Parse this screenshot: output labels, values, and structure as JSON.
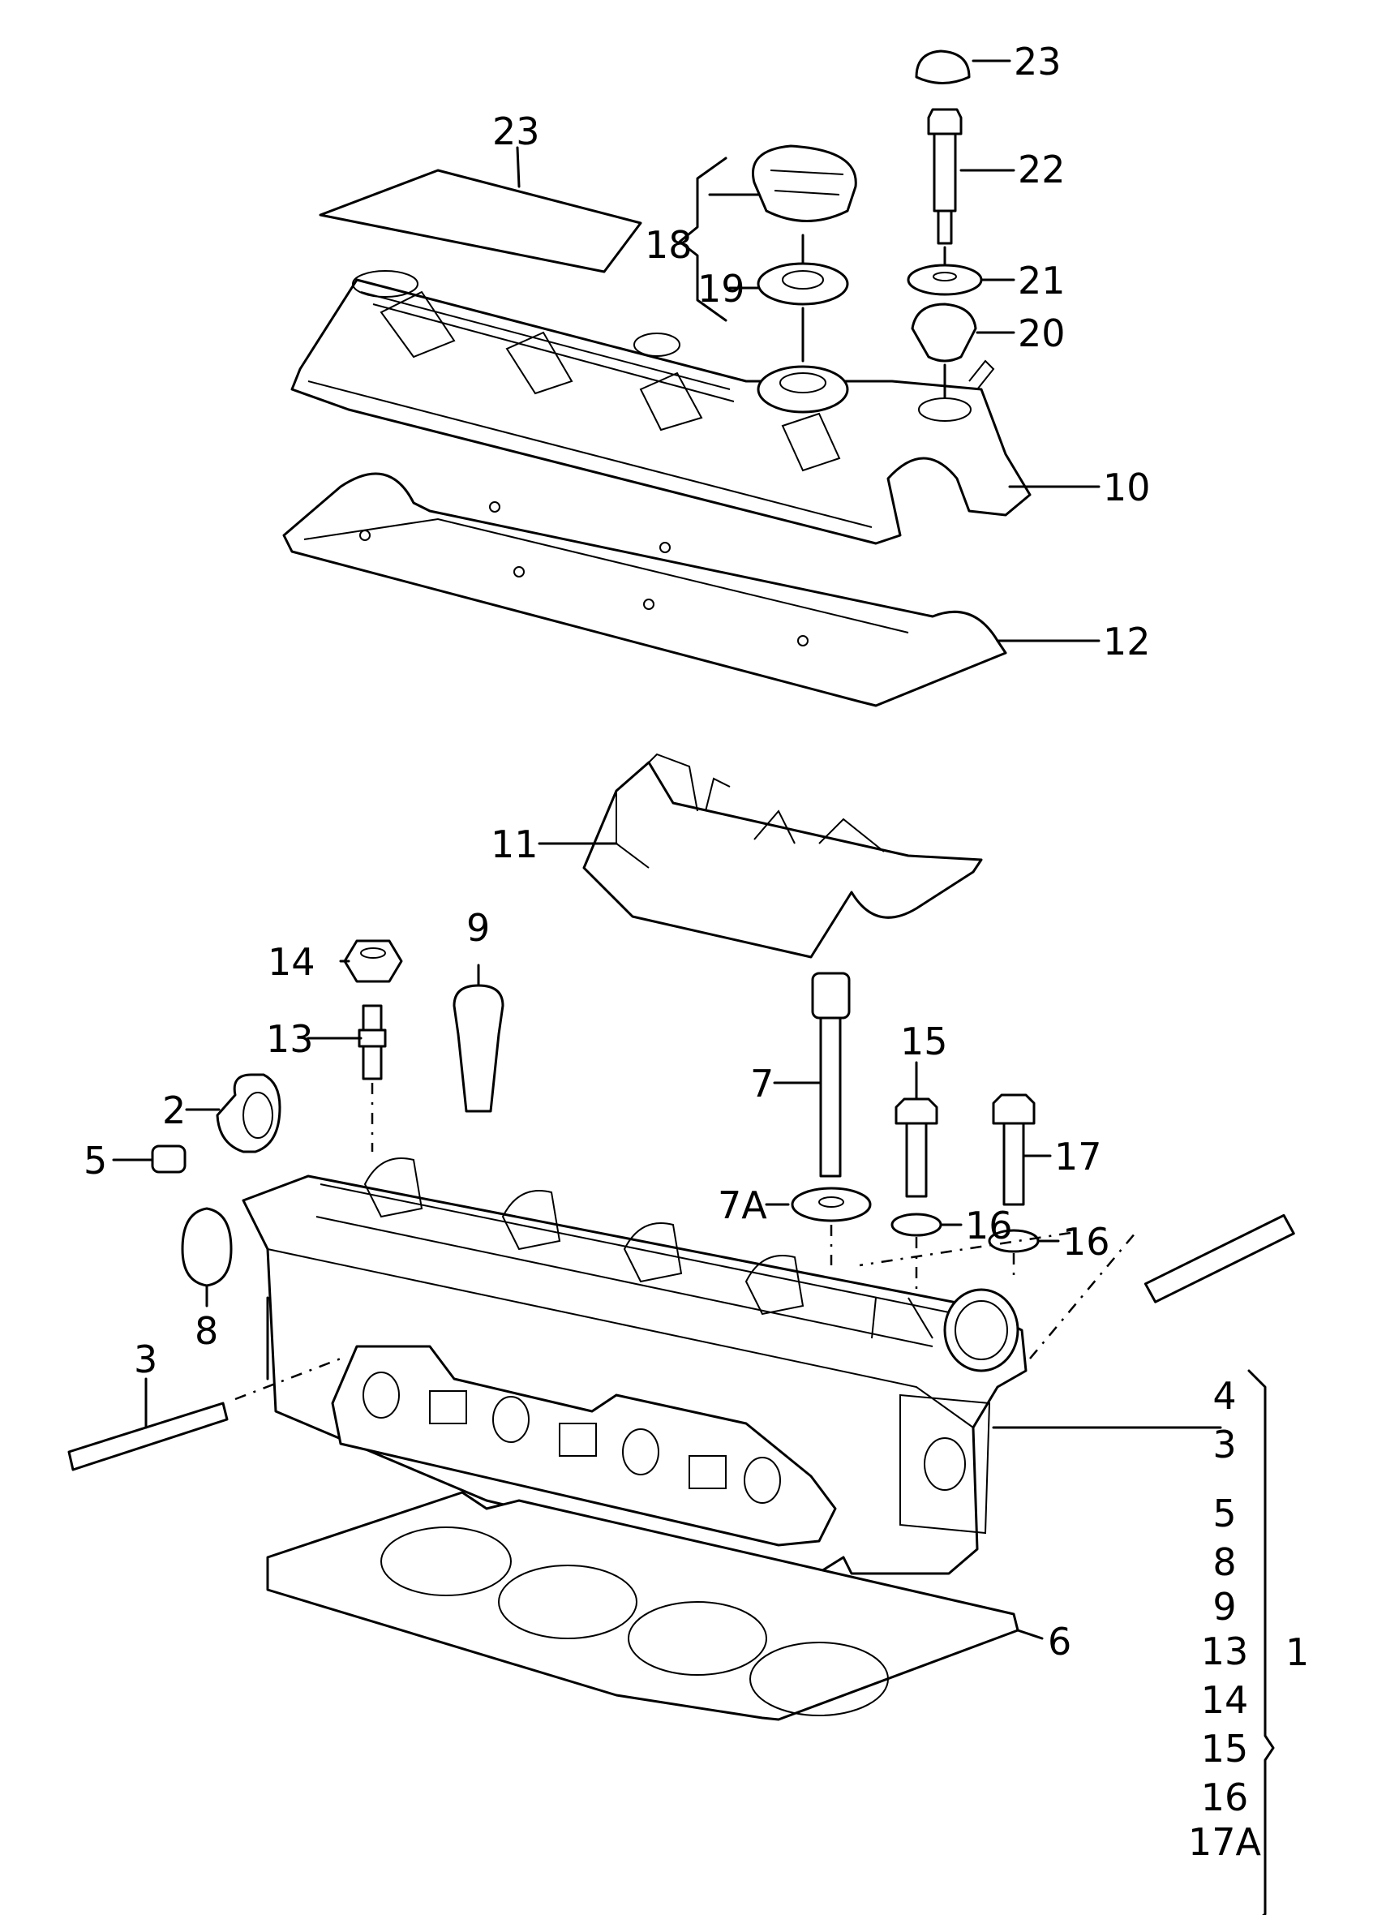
{
  "diagram": {
    "callouts": [
      {
        "id": "c23a",
        "text": "23"
      },
      {
        "id": "c23b",
        "text": "23"
      },
      {
        "id": "c22",
        "text": "22"
      },
      {
        "id": "c21",
        "text": "21"
      },
      {
        "id": "c20",
        "text": "20"
      },
      {
        "id": "c18",
        "text": "18"
      },
      {
        "id": "c19",
        "text": "19"
      },
      {
        "id": "c10",
        "text": "10"
      },
      {
        "id": "c12",
        "text": "12"
      },
      {
        "id": "c11",
        "text": "11"
      },
      {
        "id": "c14",
        "text": "14"
      },
      {
        "id": "c9",
        "text": "9"
      },
      {
        "id": "c13",
        "text": "13"
      },
      {
        "id": "c15",
        "text": "15"
      },
      {
        "id": "c7",
        "text": "7"
      },
      {
        "id": "c17",
        "text": "17"
      },
      {
        "id": "c2",
        "text": "2"
      },
      {
        "id": "c5",
        "text": "5"
      },
      {
        "id": "c7a",
        "text": "7A"
      },
      {
        "id": "c16a",
        "text": "16"
      },
      {
        "id": "c16b",
        "text": "16"
      },
      {
        "id": "c8",
        "text": "8"
      },
      {
        "id": "c3",
        "text": "3"
      },
      {
        "id": "c6",
        "text": "6"
      }
    ],
    "group_list": [
      "4",
      "3",
      "5",
      "8",
      "9",
      "13",
      "14",
      "15",
      "16",
      "17A"
    ],
    "group_label": "1"
  }
}
